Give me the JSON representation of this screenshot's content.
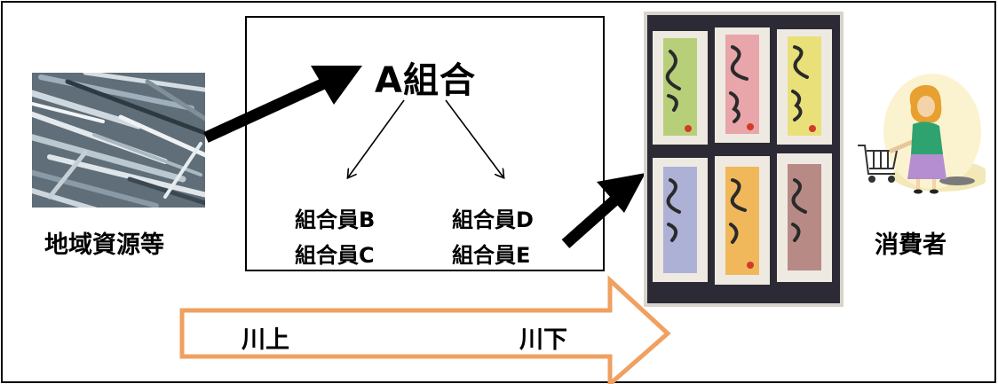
{
  "diagram": {
    "organization": "A組合",
    "members_left": [
      "組合員B",
      "組合員C"
    ],
    "members_right": [
      "組合員D",
      "組合員E"
    ],
    "resource_label": "地域資源等",
    "consumer_label": "消費者",
    "upstream_label": "川上",
    "downstream_label": "川下"
  },
  "colors": {
    "flow_arrow_outline": "#f0a060",
    "arrows": "#000000",
    "border": "#000000",
    "consumer_shirt": "#2fa36f",
    "consumer_skirt": "#b48ed0",
    "consumer_hair": "#e8a030"
  },
  "images": {
    "resource_photo": "fish-pile-photo",
    "product_photo": "packaged-products-photo",
    "consumer_figure": "shopper-with-cart-illustration"
  }
}
